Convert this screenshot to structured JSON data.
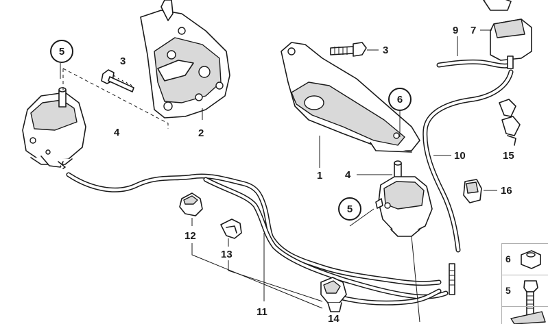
{
  "callouts": {
    "c1": "1",
    "c2": "2",
    "c3a": "3",
    "c3b": "3",
    "c4a": "4",
    "c4b": "4",
    "c5a": "5",
    "c5b": "5",
    "c6": "6",
    "c7": "7",
    "c9": "9",
    "c10": "10",
    "c11": "11",
    "c12": "12",
    "c13": "13",
    "c14": "14",
    "c15": "15",
    "c16": "16"
  },
  "legend": {
    "item_nut": "6",
    "item_bolt": "5"
  },
  "icons": [
    "engine-mount-icon",
    "bracket-icon",
    "bolt-icon",
    "nut-icon",
    "hose-icon",
    "clip-icon",
    "valve-icon"
  ]
}
